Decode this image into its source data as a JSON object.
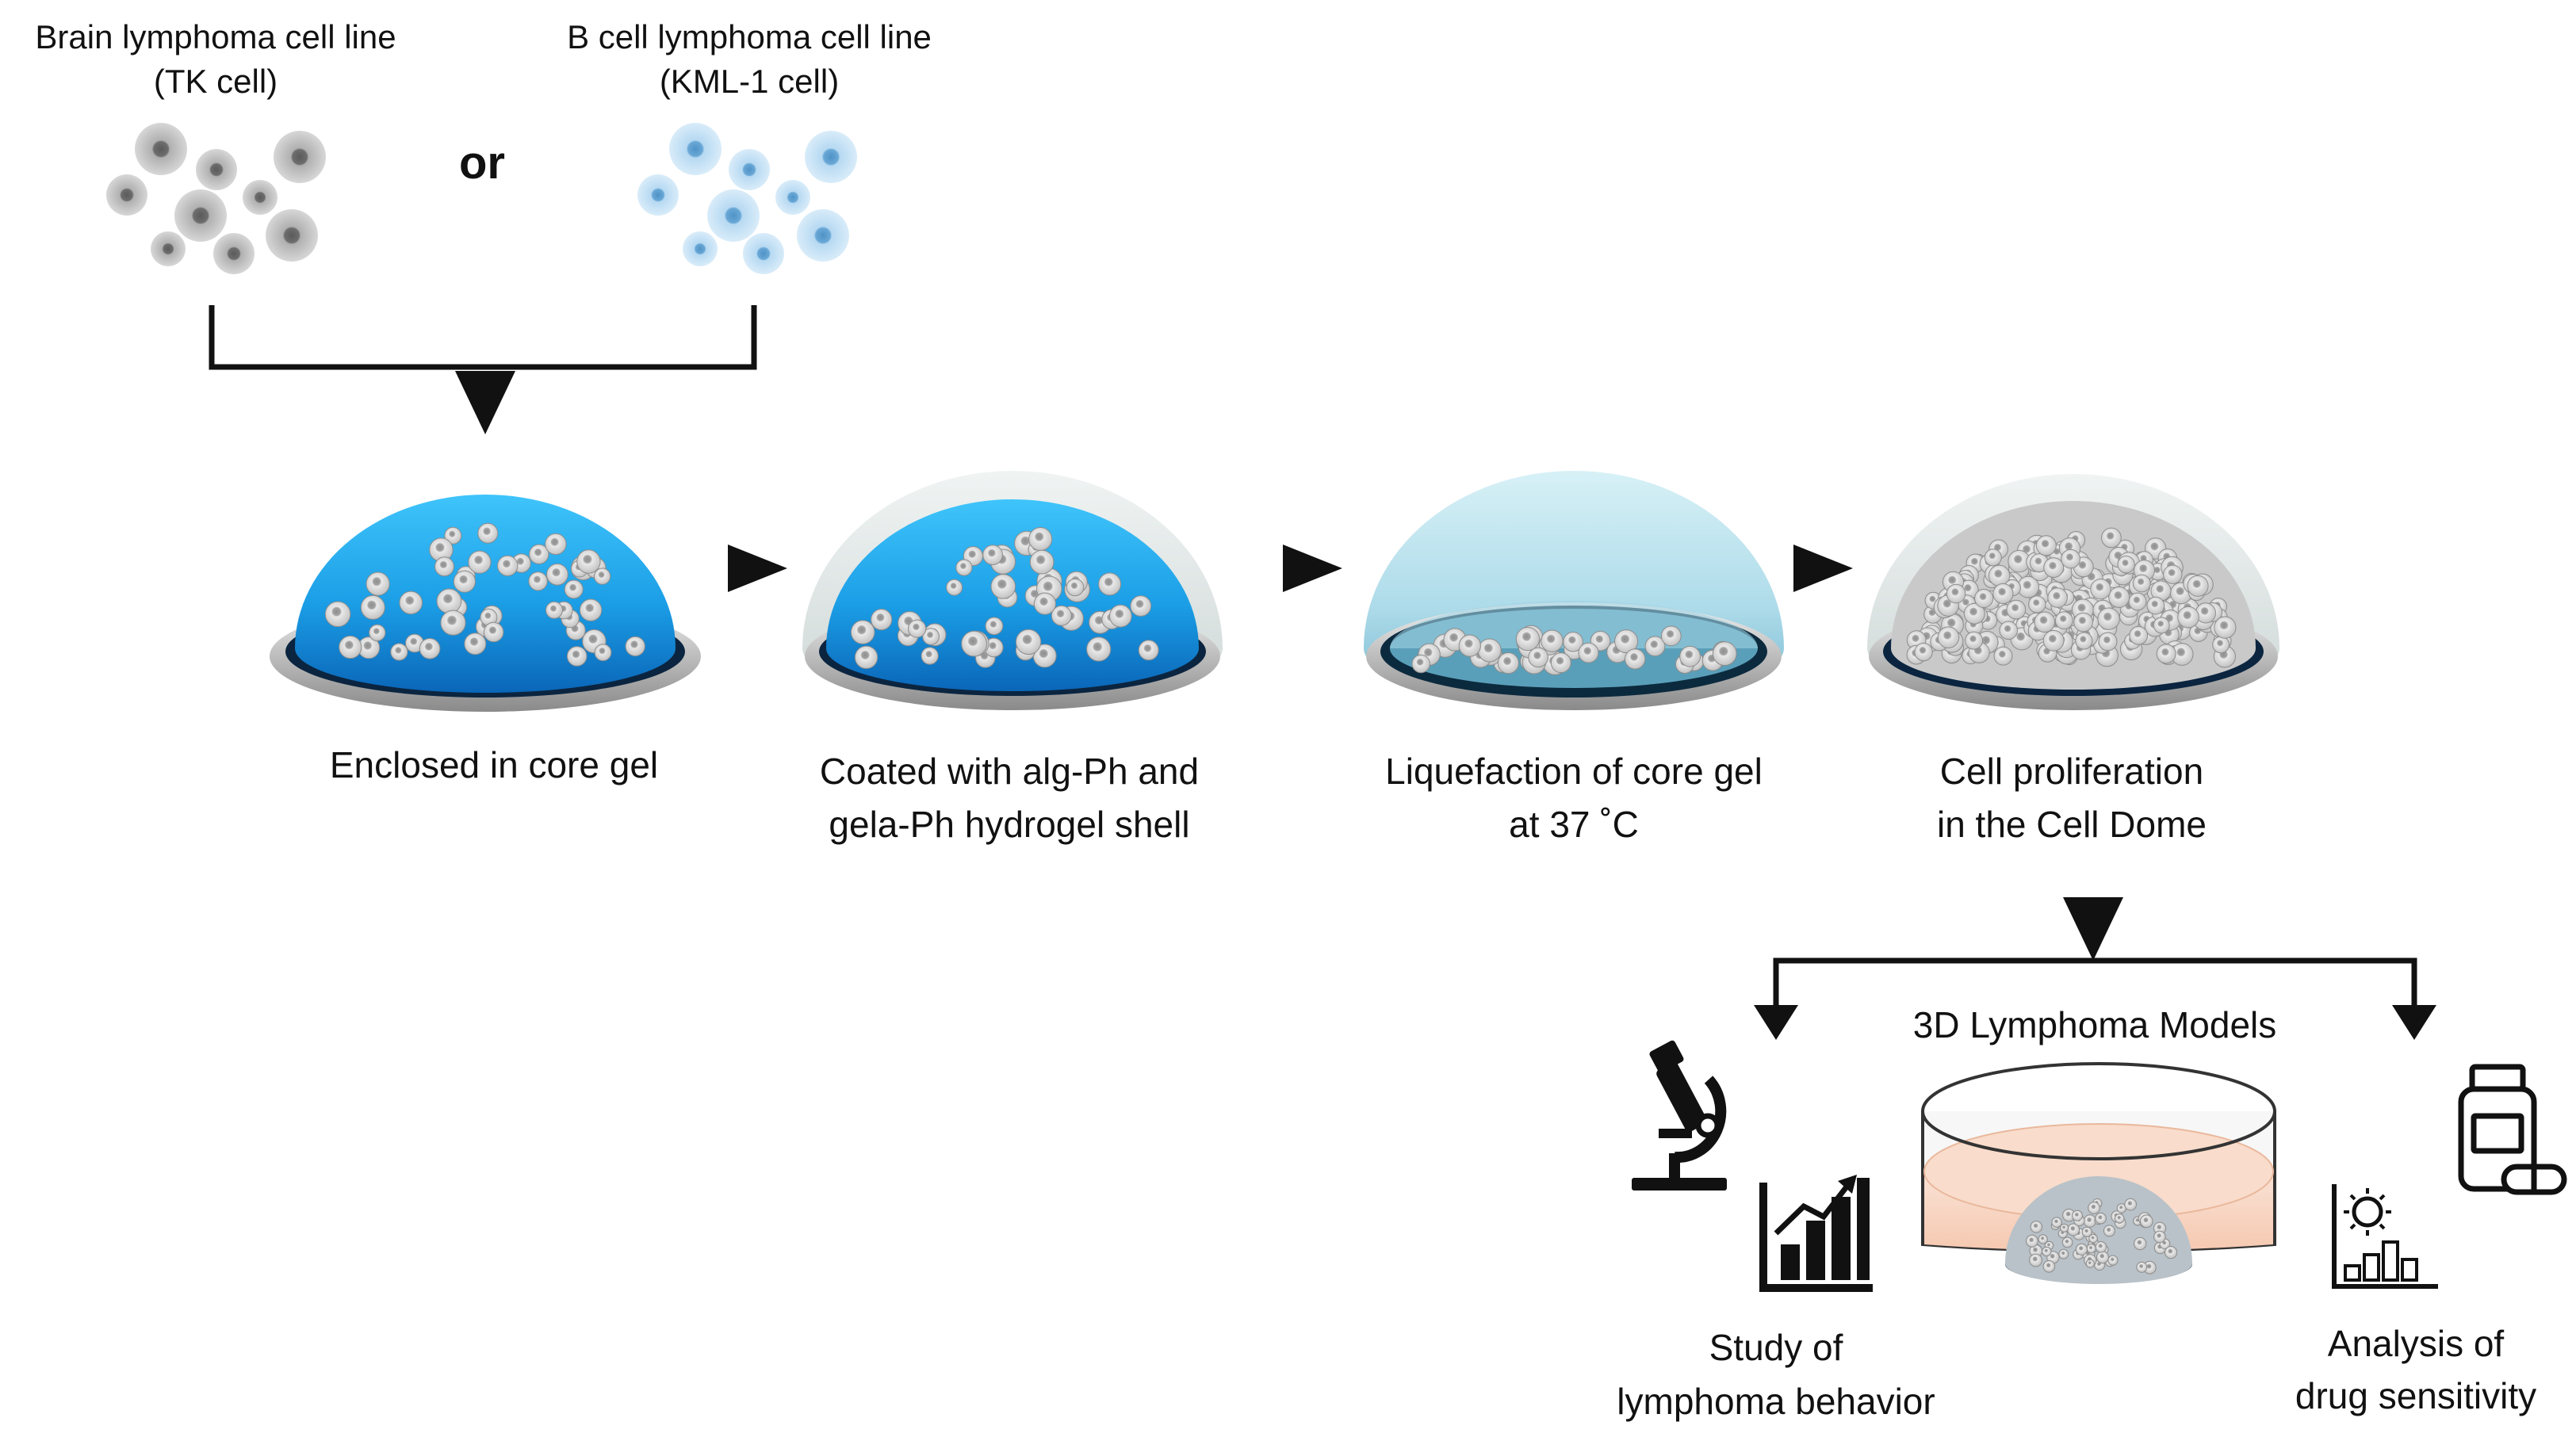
{
  "sources": {
    "brain": {
      "line1": "Brain lymphoma cell line",
      "line2": "(TK cell)"
    },
    "or_text": "or",
    "bcell": {
      "line1": "B cell lymphoma cell line",
      "line2": "(KML-1 cell)"
    }
  },
  "steps": [
    {
      "line1": "Enclosed in core gel",
      "line2": ""
    },
    {
      "line1": "Coated with alg-Ph and",
      "line2": "gela-Ph hydrogel shell"
    },
    {
      "line1": "Liquefaction of core gel",
      "line2": "at 37 ˚C"
    },
    {
      "line1": "Cell proliferation",
      "line2": "in the Cell Dome"
    }
  ],
  "models": {
    "title": "3D Lymphoma Models",
    "left": {
      "line1": "Study of",
      "line2": "lymphoma behavior"
    },
    "right": {
      "line1": "Analysis of",
      "line2": "drug sensitivity"
    }
  },
  "icons": [
    "microscope-icon",
    "growth-chart-icon",
    "pill-bottle-icon",
    "virus-bar-chart-icon"
  ],
  "colors": {
    "core_gel": "#1ea7ee",
    "gray_cell": "#9a9a9a",
    "blue_cell": "#a9d4f0",
    "shell": "#dde6e4",
    "medium": "#f8d7c4"
  }
}
